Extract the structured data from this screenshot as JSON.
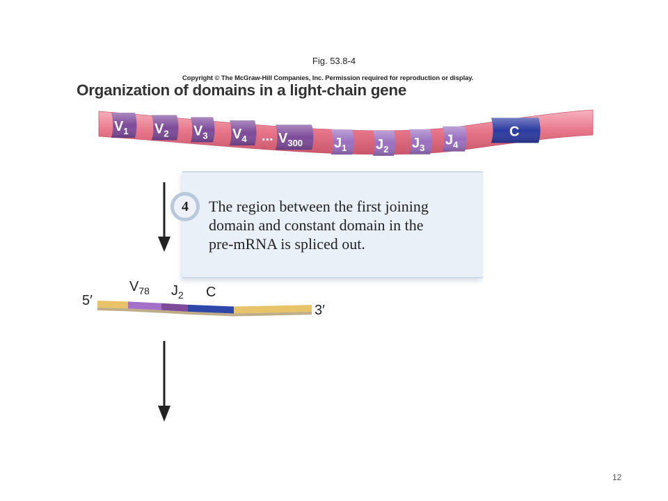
{
  "figure": {
    "label": "Fig. 53.8-4",
    "copyright": "Copyright © The McGraw-Hill Companies, Inc. Permission required for reproduction or display.",
    "title": "Organization of domains in a light-chain gene"
  },
  "dna": {
    "segments": [
      {
        "name": "V",
        "sub": "1",
        "color": "#7d4b9a"
      },
      {
        "name": "V",
        "sub": "2",
        "color": "#7d4b9a"
      },
      {
        "name": "V",
        "sub": "3",
        "color": "#7d4b9a"
      },
      {
        "name": "V",
        "sub": "4",
        "color": "#7d4b9a"
      },
      {
        "name": "...",
        "sub": "",
        "color": "none"
      },
      {
        "name": "V",
        "sub": "300",
        "color": "#7d4b9a"
      },
      {
        "name": "J",
        "sub": "1",
        "color": "#9a6fc0"
      },
      {
        "name": "J",
        "sub": "2",
        "color": "#9a6fc0"
      },
      {
        "name": "J",
        "sub": "3",
        "color": "#9a6fc0"
      },
      {
        "name": "J",
        "sub": "4",
        "color": "#9a6fc0"
      },
      {
        "name": "C",
        "sub": "",
        "color": "#2b3aa0"
      }
    ],
    "strand_color": "#e8788c"
  },
  "step": {
    "number": "4",
    "lines": [
      "The region between the first joining",
      "domain and constant domain in the",
      "pre-mRNA is spliced out."
    ]
  },
  "mrna": {
    "five_prime": "5′",
    "three_prime": "3′",
    "labels": [
      {
        "name": "V",
        "sub": "78"
      },
      {
        "name": "J",
        "sub": "2"
      },
      {
        "name": "C",
        "sub": ""
      }
    ],
    "colors": {
      "utr": "#e8c36a",
      "v": "#a46fc8",
      "j": "#7d4b9a",
      "c": "#2f47a8"
    }
  },
  "page": {
    "number": "12"
  }
}
